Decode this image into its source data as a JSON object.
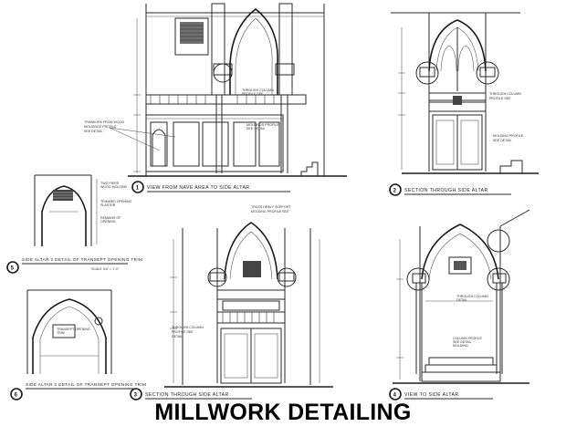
{
  "sheet": {
    "caption": "MILLWORK DETAILING"
  },
  "views": [
    {
      "number": "1",
      "title": "VIEW FROM NAVE AREA TO SIDE ALTAR"
    },
    {
      "number": "2",
      "title": "SECTION THROUGH SIDE ALTAR"
    },
    {
      "number": "3",
      "title": "SECTION THROUGH SIDE ALTAR"
    },
    {
      "number": "4",
      "title": "VIEW TO SIDE ALTAR"
    },
    {
      "number": "5",
      "title": "SIDE ALTAR 2 DETAIL OF TRANSEPT OPENING TRIM",
      "scale": "SCALE 3/4\" = 1'-0\""
    },
    {
      "number": "6",
      "title": "SIDE ALTAR 2 DETAIL OF TRANSEPT OPENING TRIM"
    }
  ]
}
